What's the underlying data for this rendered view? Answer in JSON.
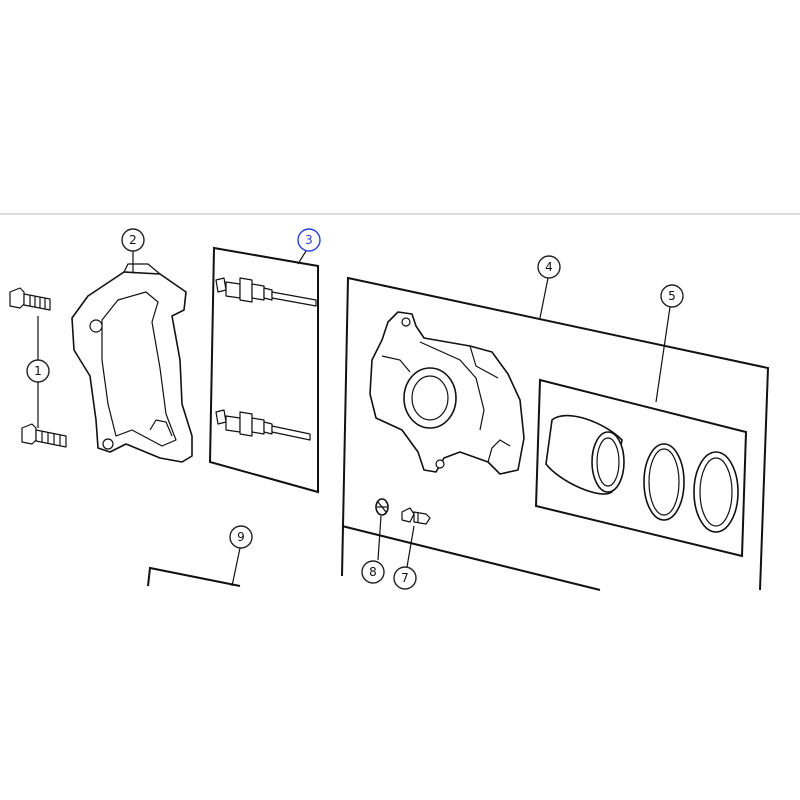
{
  "callouts": [
    {
      "id": "1",
      "label": "1"
    },
    {
      "id": "2",
      "label": "2"
    },
    {
      "id": "3",
      "label": "3"
    },
    {
      "id": "4",
      "label": "4"
    },
    {
      "id": "5",
      "label": "5"
    },
    {
      "id": "7",
      "label": "7"
    },
    {
      "id": "8",
      "label": "8"
    },
    {
      "id": "9",
      "label": "9"
    }
  ],
  "colors": {
    "line": "#111111",
    "divider": "#bbbbbb",
    "highlight_callout": "#2a3fd6",
    "background": "#ffffff"
  }
}
